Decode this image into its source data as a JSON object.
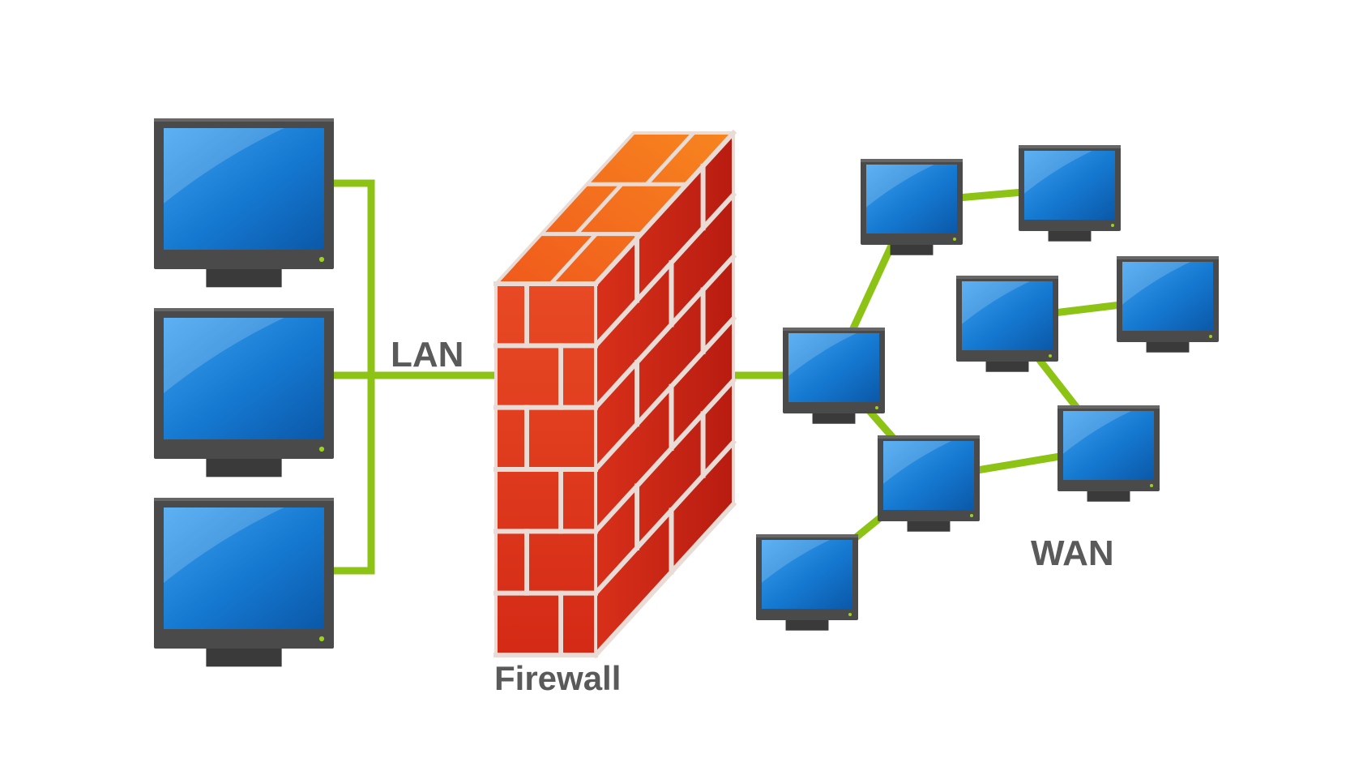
{
  "labels": {
    "lan": "LAN",
    "wan": "WAN",
    "firewall": "Firewall"
  },
  "colors": {
    "background": "#ffffff",
    "link": "#8cc314",
    "monitor_frame": "#4a4a4a",
    "screen": "#1578d0",
    "power_led": "#9ad21c",
    "brick": "#e2361a",
    "brick_top": "#f26b1c",
    "mortar": "#e9dcd6",
    "label_text": "#5a5a5a"
  },
  "lan_computers": [
    {
      "id": "lan-pc-1"
    },
    {
      "id": "lan-pc-2"
    },
    {
      "id": "lan-pc-3"
    }
  ],
  "wan_computers": [
    {
      "id": "wan-pc-1"
    },
    {
      "id": "wan-pc-2"
    },
    {
      "id": "wan-pc-3"
    },
    {
      "id": "wan-pc-4"
    },
    {
      "id": "wan-pc-5"
    },
    {
      "id": "wan-pc-6"
    },
    {
      "id": "wan-pc-7"
    },
    {
      "id": "wan-pc-8"
    }
  ],
  "wan_links": [
    [
      "wan-pc-3",
      "wan-pc-1"
    ],
    [
      "wan-pc-1",
      "wan-pc-2"
    ],
    [
      "wan-pc-3",
      "wan-pc-6"
    ],
    [
      "wan-pc-6",
      "wan-pc-8"
    ],
    [
      "wan-pc-6",
      "wan-pc-7"
    ],
    [
      "wan-pc-7",
      "wan-pc-4"
    ],
    [
      "wan-pc-4",
      "wan-pc-5"
    ]
  ]
}
